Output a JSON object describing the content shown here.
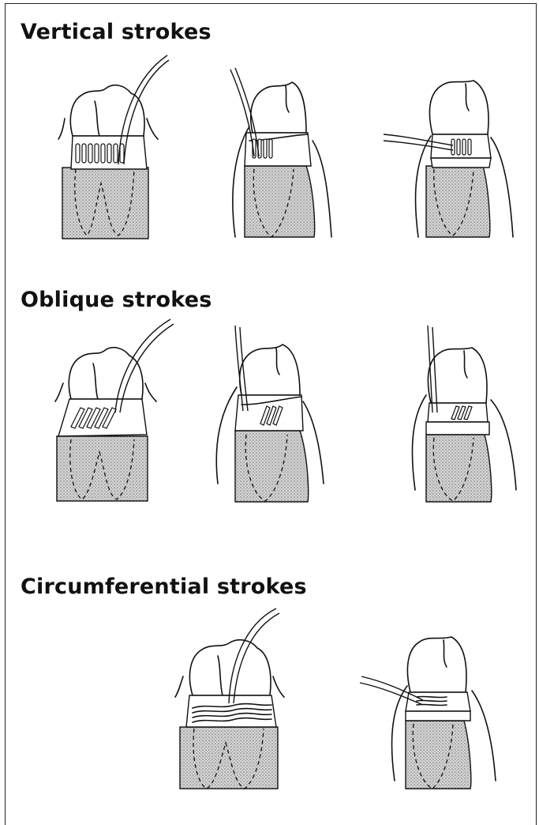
{
  "sections": [
    {
      "id": "vertical",
      "title": "Vertical strokes"
    },
    {
      "id": "oblique",
      "title": "Oblique strokes"
    },
    {
      "id": "circumferential",
      "title": "Circumferential strokes"
    }
  ],
  "colors": {
    "ink": "#111111",
    "paper": "#ffffff",
    "gum_stipple": "#9a9a9a"
  }
}
